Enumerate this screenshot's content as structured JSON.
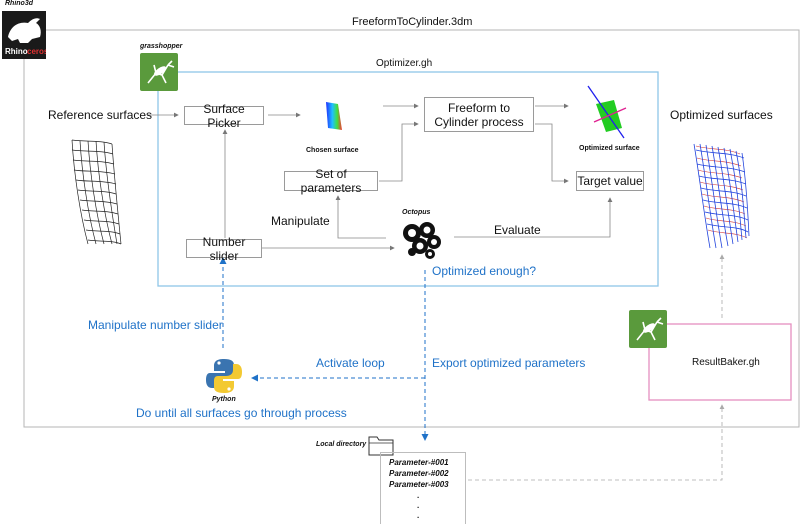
{
  "rhino": {
    "label": "Rhino3d",
    "logo_text_a": "Rhino",
    "logo_text_b": "ceros"
  },
  "file_title": "FreeformToCylinder.3dm",
  "grasshopper_label": "grasshopper",
  "optimizer_title": "Optimizer.gh",
  "reference_surfaces": "Reference surfaces",
  "optimized_surfaces": "Optimized surfaces",
  "surface_picker": "Surface Picker",
  "chosen_surface": "Chosen surface",
  "freeform_process_line1": "Freeform to",
  "freeform_process_line2": "Cylinder process",
  "optimized_surface_small": "Optimized surface",
  "set_of_parameters": "Set of parameters",
  "target_value": "Target value",
  "manipulate": "Manipulate",
  "octopus_label": "Octopus",
  "evaluate": "Evaluate",
  "number_slider": "Number slider",
  "optimized_enough": "Optimized enough?",
  "manipulate_number_slider": "Manipulate number slider",
  "activate_loop": "Activate loop",
  "export_optimized_parameters": "Export optimized parameters",
  "python_label": "Python",
  "do_until": "Do until all surfaces go through process",
  "result_baker": "ResultBaker.gh",
  "local_directory": "Local directory",
  "parameter_files": [
    "Parameter-#001",
    "Parameter-#002",
    "Parameter-#003",
    ".",
    ".",
    "."
  ],
  "icons": [
    "rhino-logo-icon",
    "grasshopper-icon",
    "octopus-icon",
    "python-icon",
    "folder-icon"
  ],
  "colors": {
    "accent_blue": "#1f72c8",
    "optimizer_border": "#8fc6e8",
    "resultbaker_border": "#e58fc0",
    "grasshopper_green": "#5a9a3c"
  }
}
